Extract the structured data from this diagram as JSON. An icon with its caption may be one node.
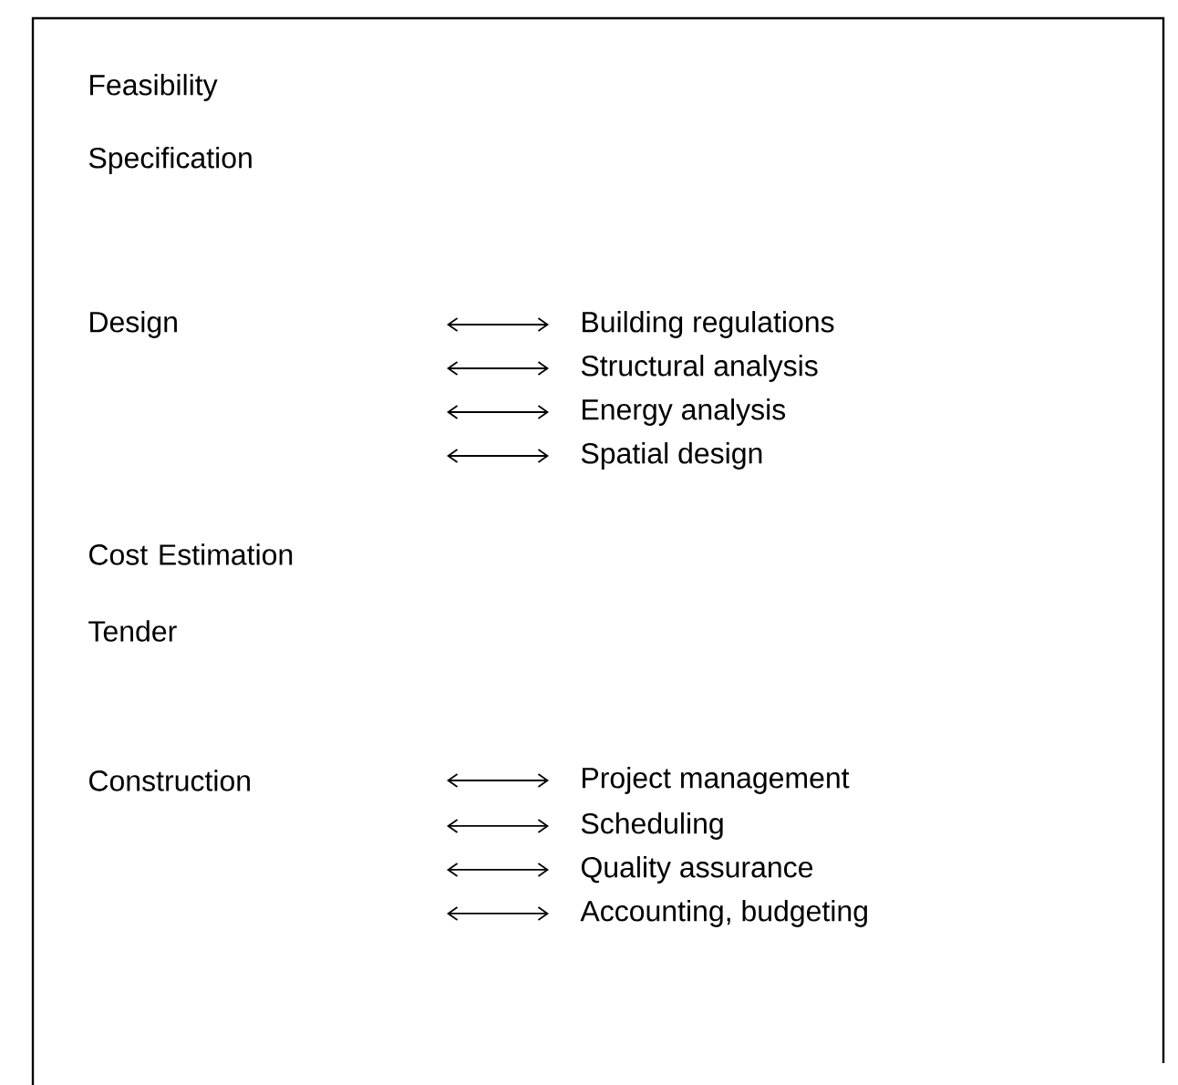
{
  "diagram": {
    "nodes": [
      {
        "text": [
          "Feasibility"
        ]
      },
      {
        "text": [
          "Specification"
        ]
      },
      {
        "text": [
          "Design"
        ]
      },
      {
        "text": [
          "Building regulations"
        ]
      },
      {
        "text": [
          "Structural analysis"
        ]
      },
      {
        "text": [
          "Energy analysis"
        ]
      },
      {
        "text": [
          "Spatial design"
        ]
      },
      {
        "text": [
          "Cost Estimation"
        ]
      },
      {
        "text": [
          "Tender"
        ]
      },
      {
        "text": [
          "Construction"
        ]
      },
      {
        "text": [
          "Project management"
        ]
      },
      {
        "text": [
          "Scheduling"
        ]
      },
      {
        "text": [
          "Quality assurance"
        ]
      },
      {
        "text": [
          "Accounting, budgeting"
        ]
      }
    ],
    "edges": [
      {
        "from": null,
        "to": 3,
        "arrow": "both"
      },
      {
        "from": null,
        "to": 4,
        "arrow": "both"
      },
      {
        "from": null,
        "to": 5,
        "arrow": "both"
      },
      {
        "from": null,
        "to": 6,
        "arrow": "both"
      },
      {
        "from": null,
        "to": 10,
        "arrow": "both"
      },
      {
        "from": null,
        "to": 11,
        "arrow": "both"
      },
      {
        "from": null,
        "to": 12,
        "arrow": "both"
      },
      {
        "from": null,
        "to": 13,
        "arrow": "both"
      }
    ]
  }
}
